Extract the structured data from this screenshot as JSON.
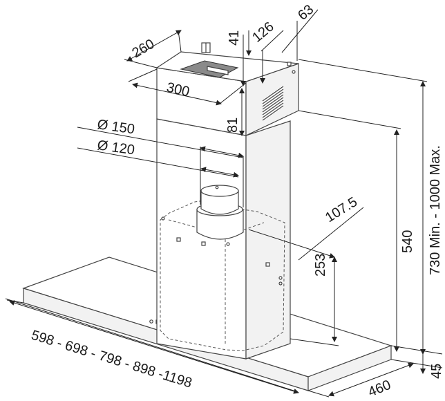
{
  "diagram": {
    "dimensions": {
      "top_depth": "260",
      "top_width": "300",
      "gap_41": "41",
      "offset_126": "126",
      "offset_63": "63",
      "height_81": "81",
      "duct_outer": "Ø 150",
      "duct_inner": "Ø 120",
      "offset_107": "107.5",
      "height_253": "253",
      "height_540": "540",
      "height_total": "730 Min. - 1000 Max.",
      "thickness": "45",
      "width_range": "598 - 698 - 798 - 898 -1198",
      "depth": "460"
    }
  }
}
